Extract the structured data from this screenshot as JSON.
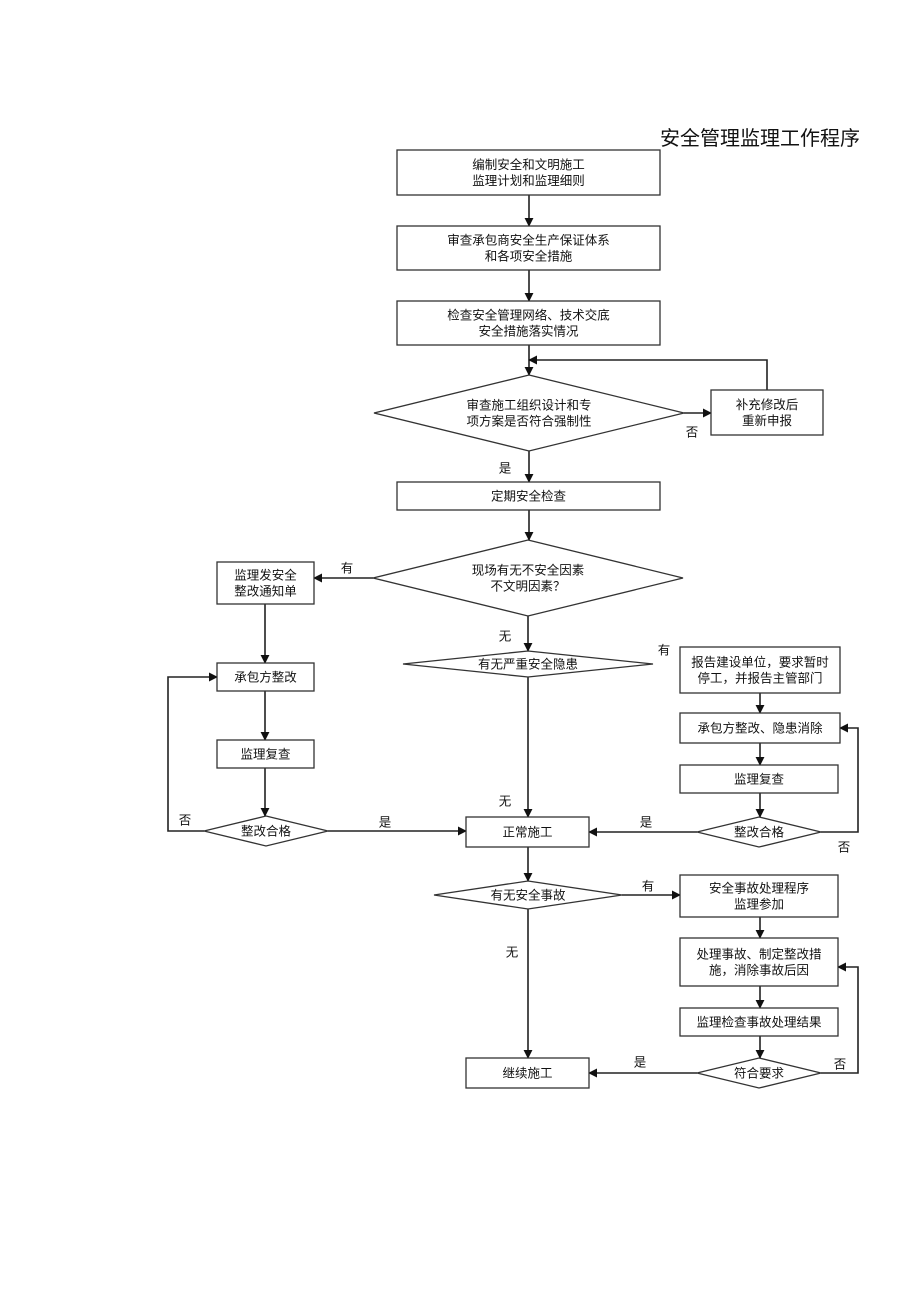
{
  "title": "安全管理监理工作程序",
  "nodes": {
    "plan": [
      "编制安全和文明施工",
      "监理计划和监理细则"
    ],
    "review_system": [
      "审查承包商安全生产保证体系",
      "和各项安全措施"
    ],
    "check_network": [
      "检查安全管理网络、技术交底",
      "安全措施落实情况"
    ],
    "review_design": [
      "审查施工组织设计和专",
      "项方案是否符合强制性"
    ],
    "resubmit": [
      "补充修改后",
      "重新申报"
    ],
    "periodic_check": [
      "定期安全检查"
    ],
    "unsafe_factors": [
      "现场有无不安全因素",
      "不文明因素？"
    ],
    "notice": [
      "监理发安全",
      "整改通知单"
    ],
    "serious_hazard": [
      "有无严重安全隐患"
    ],
    "report_owner": [
      "报告建设单位，要求暂时",
      "停工，并报告主管部门"
    ],
    "left_rectify": [
      "承包方整改"
    ],
    "right_rectify": [
      "承包方整改、隐患消除"
    ],
    "left_recheck": [
      "监理复查"
    ],
    "right_recheck": [
      "监理复查"
    ],
    "left_pass": [
      "整改合格"
    ],
    "right_pass": [
      "整改合格"
    ],
    "normal": [
      "正常施工"
    ],
    "accident": [
      "有无安全事故"
    ],
    "accident_proc": [
      "安全事故处理程序",
      "监理参加"
    ],
    "handle": [
      "处理事故、制定整改措",
      "施，消除事故后因"
    ],
    "inspect_result": [
      "监理检查事故处理结果"
    ],
    "meets": [
      "符合要求"
    ],
    "continue": [
      "继续施工"
    ]
  },
  "edge_labels": {
    "review_no": "否",
    "review_yes": "是",
    "unsafe_yes": "有",
    "unsafe_no": "无",
    "serious_yes": "有",
    "serious_no": "无",
    "left_pass_no": "否",
    "left_pass_yes": "是",
    "right_pass_yes": "是",
    "right_pass_no": "否",
    "accident_yes": "有",
    "accident_no": "无",
    "meets_yes": "是",
    "meets_no": "否"
  }
}
